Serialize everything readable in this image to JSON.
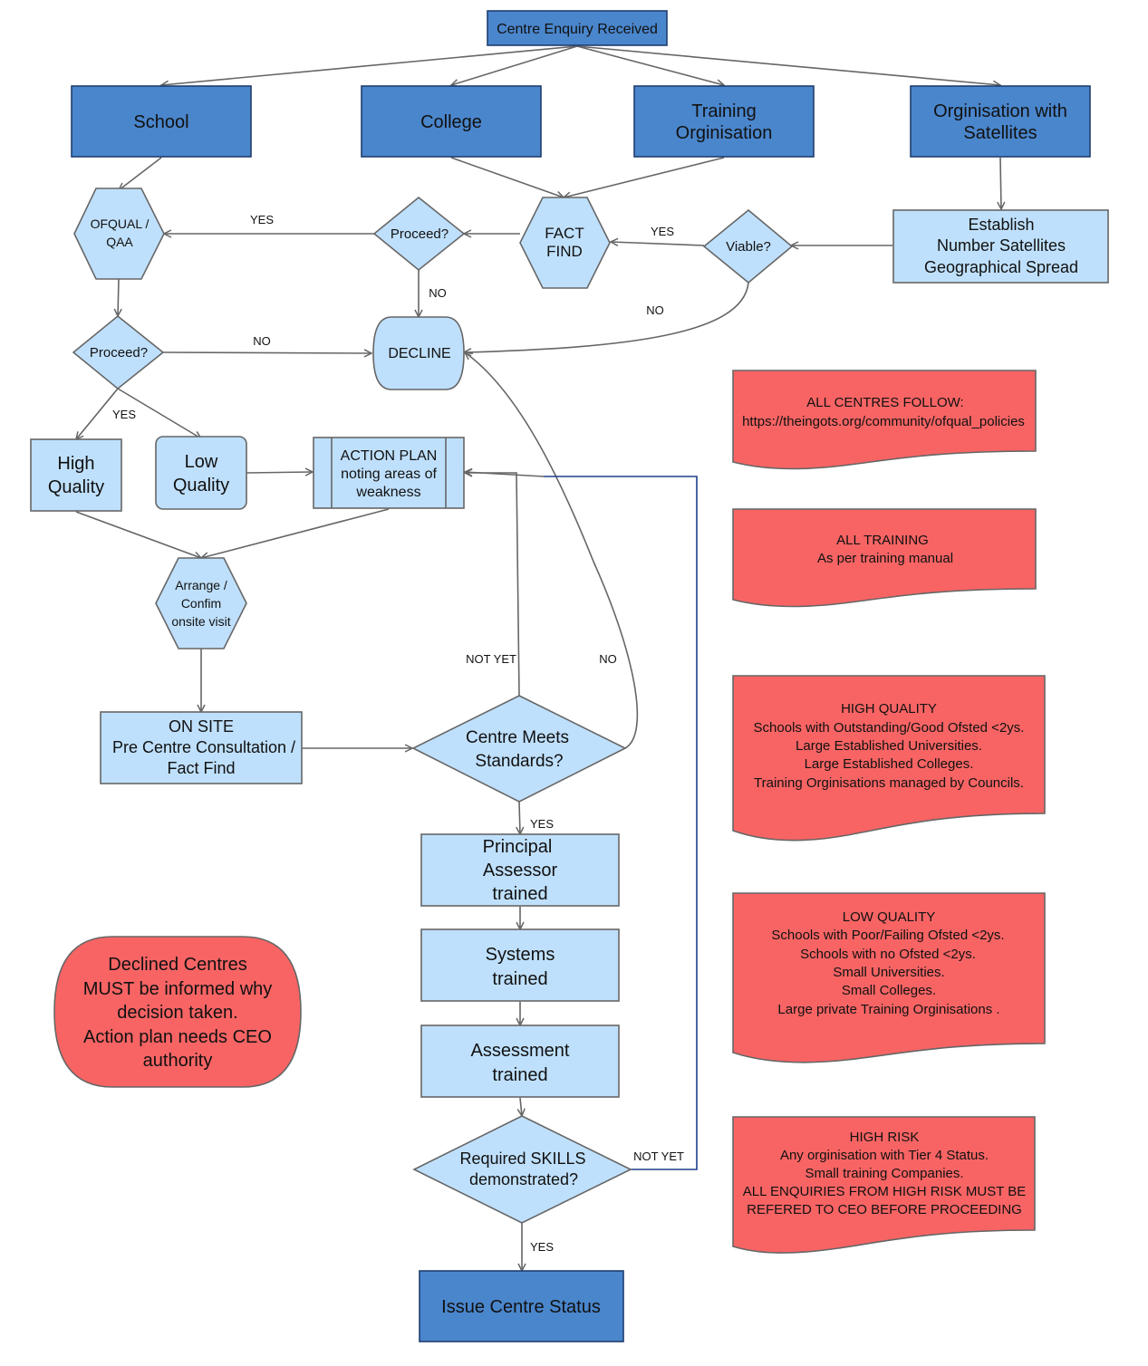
{
  "colors": {
    "primary_box": "#4a86cc",
    "secondary_box": "#bfe0fc",
    "note": "#f86464",
    "stroke": "#666666",
    "loop_line": "#1f3e8e"
  },
  "nodes": {
    "start": "Centre Enquiry Received",
    "school": "School",
    "college": "College",
    "training_org": [
      "Training",
      "Orginisation"
    ],
    "org_satellites": [
      "Orginisation with",
      "Satellites"
    ],
    "ofqual": [
      "OFQUAL /",
      "QAA"
    ],
    "proceed_top": "Proceed?",
    "fact_find": [
      "FACT",
      "FIND"
    ],
    "viable": "Viable?",
    "establish": [
      "Establish",
      "Number Satellites",
      "Geographical Spread"
    ],
    "proceed_left": "Proceed?",
    "decline": "DECLINE",
    "high_quality": [
      "High",
      "Quality"
    ],
    "low_quality": [
      "Low",
      "Quality"
    ],
    "action_plan": [
      "ACTION PLAN",
      "noting areas of",
      "weakness"
    ],
    "arrange_visit": [
      "Arrange /",
      "Confim",
      "onsite visit"
    ],
    "on_site": [
      "ON SITE",
      "Pre Centre Consultation /",
      "Fact Find"
    ],
    "meets_standards": [
      "Centre Meets",
      "Standards?"
    ],
    "principal_assessor": [
      "Principal",
      "Assessor",
      "trained"
    ],
    "systems": [
      "Systems",
      "trained"
    ],
    "assessment": [
      "Assessment",
      "trained"
    ],
    "skills": [
      "Required SKILLS",
      "demonstrated?"
    ],
    "issue_status": "Issue Centre Status"
  },
  "edge_labels": {
    "yes_ofqual": "YES",
    "yes_fact_find": "YES",
    "no_proceed_top": "NO",
    "no_viable": "NO",
    "no_proceed_left": "NO",
    "yes_proceed_left": "YES",
    "not_yet_standards": "NOT YET",
    "no_standards": "NO",
    "yes_standards": "YES",
    "not_yet_skills": "NOT YET",
    "yes_skills": "YES"
  },
  "notes": {
    "declined": [
      "Declined Centres",
      "MUST be informed why",
      "decision taken.",
      "Action plan needs CEO",
      "authority"
    ],
    "all_centres": [
      "ALL CENTRES FOLLOW:",
      "https://theingots.org/community/ofqual_policies"
    ],
    "all_training": [
      "ALL TRAINING",
      "As per training manual"
    ],
    "high_quality": [
      "HIGH QUALITY",
      "Schools with Outstanding/Good Ofsted <2ys.",
      "Large Established Universities.",
      "Large Established Colleges.",
      "Training Orginisations managed by Councils."
    ],
    "low_quality": [
      "LOW QUALITY",
      "Schools with Poor/Failing Ofsted <2ys.",
      "Schools with no Ofsted <2ys.",
      "Small Universities.",
      "Small Colleges.",
      "Large private Training Orginisations ."
    ],
    "high_risk": [
      "HIGH RISK",
      "Any orginisation with Tier 4 Status.",
      "Small training Companies.",
      "ALL ENQUIRIES FROM HIGH RISK MUST BE",
      "REFERED TO CEO BEFORE PROCEEDING"
    ]
  }
}
